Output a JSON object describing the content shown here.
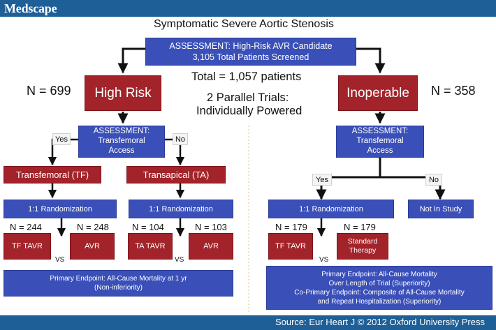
{
  "brand": "Medscape",
  "title": "Symptomatic Severe Aortic Stenosis",
  "assessment_top": [
    "ASSESSMENT: High-Risk AVR Candidate",
    "3,105 Total Patients Screened"
  ],
  "total": "Total = 1,057 patients",
  "trials": [
    "2 Parallel Trials:",
    "Individually Powered"
  ],
  "high_risk": {
    "n": "N = 699",
    "label": "High Risk"
  },
  "inoperable": {
    "n": "N = 358",
    "label": "Inoperable"
  },
  "left_assessment": [
    "ASSESSMENT:",
    "Transfemoral",
    "Access"
  ],
  "right_assessment": [
    "ASSESSMENT:",
    "Transfemoral",
    "Access"
  ],
  "yes": "Yes",
  "no": "No",
  "transfemoral": "Transfemoral (TF)",
  "transapical": "Transapical (TA)",
  "randomization": "1:1 Randomization",
  "not_in_study": "Not In Study",
  "arms": {
    "tf_tavr_n": "N = 244",
    "tf_avr_n": "N = 248",
    "ta_tavr_n": "N = 104",
    "ta_avr_n": "N = 103",
    "inop_tavr_n": "N = 179",
    "std_n": "N = 179",
    "tf_tavr": "TF TAVR",
    "avr": "AVR",
    "ta_tavr": "TA TAVR",
    "standard_therapy": [
      "Standard",
      "Therapy"
    ]
  },
  "vs": "VS",
  "left_endpoint": [
    "Primary Endpoint: All-Cause Mortality at 1 yr",
    "(Non-inferiority)"
  ],
  "right_endpoint": [
    "Primary Endpoint: All-Cause Mortality",
    "Over Length of Trial (Superiority)",
    "Co-Primary Endpoint: Composite of All-Cause Mortality",
    "and Repeat Hospitalization (Superiority)"
  ],
  "source": "Source: Eur Heart J © 2012 Oxford University Press",
  "colors": {
    "bar": "#1f5f97",
    "blue_box": "#3a50b8",
    "red_box": "#a3232a",
    "divider": "#e8d9a8"
  }
}
